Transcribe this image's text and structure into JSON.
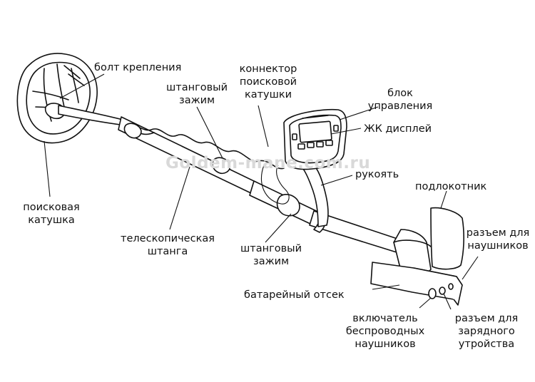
{
  "watermark": "Goldem-mane.com.ru",
  "labels": {
    "mount_bolt": "болт крепления",
    "rod_clamp_top_1": "штанговый",
    "rod_clamp_top_2": "зажим",
    "coil_connector_1": "коннектор",
    "coil_connector_2": "поисковой",
    "coil_connector_3": "катушки",
    "control_unit_1": "блок",
    "control_unit_2": "управления",
    "lcd_display": "ЖК дисплей",
    "handle": "рукоять",
    "armrest": "подлокотник",
    "headphone_jack_1": "разъем для",
    "headphone_jack_2": "наушников",
    "search_coil_1": "поисковая",
    "search_coil_2": "катушка",
    "telescopic_rod_1": "телескопическая",
    "telescopic_rod_2": "штанга",
    "rod_clamp_bottom_1": "штанговый",
    "rod_clamp_bottom_2": "зажим",
    "battery_compartment": "батарейный отсек",
    "wireless_switch_1": "включатель",
    "wireless_switch_2": "беспроводных",
    "wireless_switch_3": "наушников",
    "charger_jack_1": "разъем для",
    "charger_jack_2": "зарядного",
    "charger_jack_3": "утройства"
  }
}
